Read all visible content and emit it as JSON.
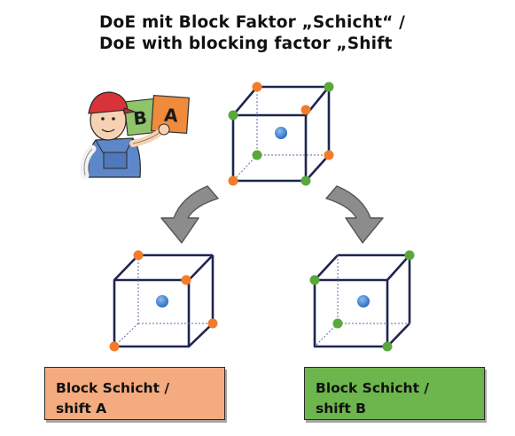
{
  "title": {
    "line1": "DoE mit Block Faktor „Schicht“ /",
    "line2": "DoE with blocking factor „Shift"
  },
  "illustration": {
    "card_left": "B",
    "card_right": "A"
  },
  "blocks": [
    {
      "line1": "Block Schicht /",
      "line2": "shift A",
      "color": "#f3ab7f"
    },
    {
      "line1": "Block Schicht /",
      "line2": "shift B",
      "color": "#6db54d"
    }
  ],
  "colors": {
    "orange_point": "#f27c2a",
    "green_point": "#58a83c",
    "center_point": "#3b7fd4",
    "cube_edge": "#1d2550",
    "arrow": "#8c8c8c"
  }
}
